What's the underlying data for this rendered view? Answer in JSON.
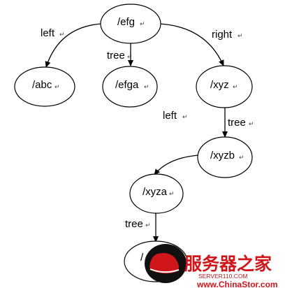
{
  "diagram": {
    "nodes": {
      "efg": {
        "label": "/efg"
      },
      "abc": {
        "label": "/abc"
      },
      "efga": {
        "label": "/efga"
      },
      "xyz": {
        "label": "/xyz"
      },
      "xyzb": {
        "label": "/xyzb"
      },
      "xyza": {
        "label": "/xyza"
      },
      "last": {
        "label": "/"
      }
    },
    "edges": {
      "efg_abc": {
        "label": "left"
      },
      "efg_efga": {
        "label": "tree"
      },
      "efg_xyz": {
        "label": "right"
      },
      "xyz_xyzb": {
        "label": "tree"
      },
      "xyzb_xyza": {
        "label": "left"
      },
      "xyza_last": {
        "label": "tree"
      }
    },
    "paragraph_mark": "↵"
  },
  "watermark": {
    "brand": "服务器之家",
    "domain_small": "SERVER110.COM",
    "url": "www.ChinaStor.com",
    "logo_icon": "redhat-icon",
    "colors": {
      "red": "#d0151b",
      "black": "#111111"
    }
  }
}
